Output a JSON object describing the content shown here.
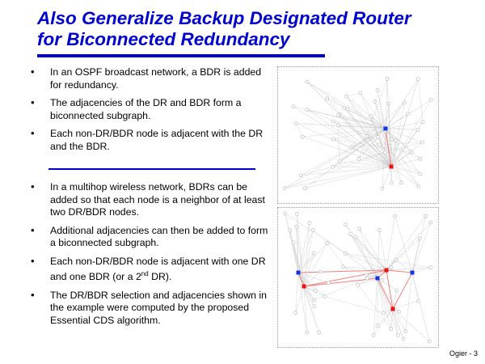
{
  "title": {
    "line1": "Also Generalize Backup Designated Router",
    "line2": "for Biconnected Redundancy"
  },
  "bullets_group1": [
    "In an OSPF broadcast network, a BDR is added for redundancy.",
    "The adjacencies of the DR and BDR form a biconnected subgraph.",
    "Each non-DR/BDR node is adjacent with the DR and the BDR."
  ],
  "bullets_group2": [
    "In a multihop wireless network, BDRs can be added so that each node is a neighbor of at least two DR/BDR nodes.",
    "Additional adjacencies can then be added to form a biconnected subgraph.",
    {
      "pre": "Each non-DR/BDR node is adjacent with one DR and one BDR (or a 2",
      "sup": "nd",
      "post": " DR)."
    },
    "The DR/BDR selection and adjacencies shown in the example were computed by the proposed Essential CDS algorithm."
  ],
  "bullet_glyph": "•",
  "footer": "Ogier - 3",
  "colors": {
    "title": "#0000cc",
    "dr": "#ee1111",
    "bdr": "#1133ee",
    "edge": "#c8c8c8",
    "adj": "#f08080"
  }
}
